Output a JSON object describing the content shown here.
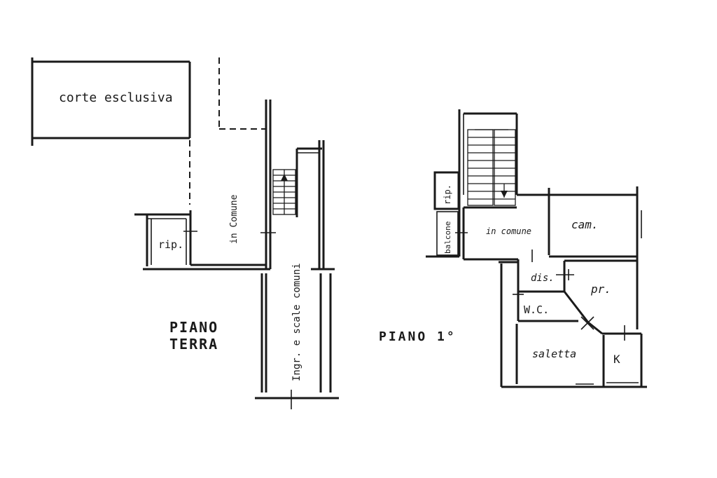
{
  "plan_ground": {
    "title_line1": "PIANO",
    "title_line2": "TERRA",
    "rooms": {
      "corte": "corte esclusiva",
      "rip": "rip.",
      "in_comune": "in Comune",
      "ingresso": "Ingr. e scale comuni"
    }
  },
  "plan_first": {
    "title": "PIANO 1°",
    "rooms": {
      "rip": "rip.",
      "balcone": "balcone",
      "in_comune": "in comune",
      "cam": "cam.",
      "dis": "dis.",
      "pr": "pr.",
      "wc": "W.C.",
      "saletta": "saletta",
      "k": "K"
    }
  },
  "colors": {
    "ink": "#1a1a1a",
    "paper": "#ffffff"
  }
}
